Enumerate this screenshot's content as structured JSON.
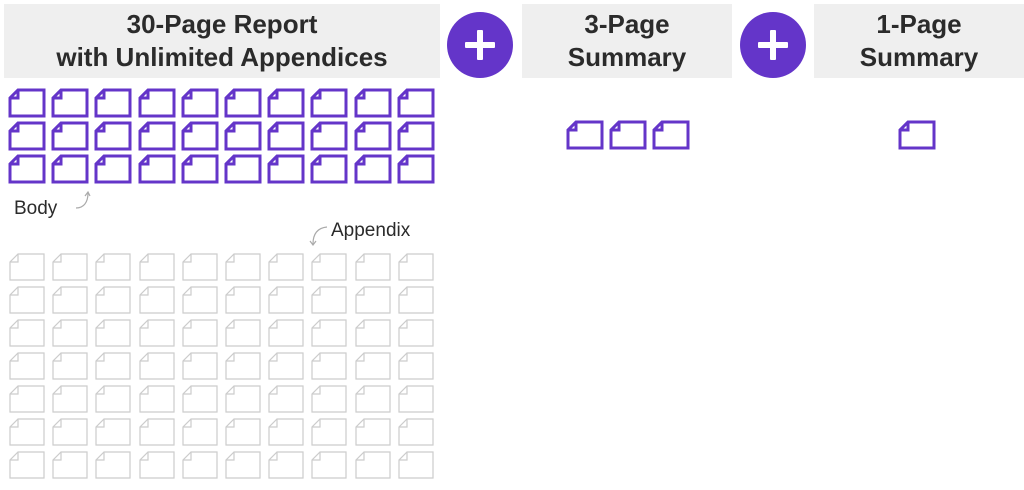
{
  "headers": {
    "report": {
      "line1": "30-Page Report",
      "line2": "with Unlimited Appendices"
    },
    "three_page": {
      "line1": "3-Page",
      "line2": "Summary"
    },
    "one_page": {
      "line1": "1-Page",
      "line2": "Summary"
    }
  },
  "operators": {
    "plus_icon": "plus-icon"
  },
  "annotations": {
    "body": "Body",
    "appendix": "Appendix"
  },
  "colors": {
    "accent": "#6435c9",
    "page_outline_body": "#6435c9",
    "page_outline_appendix": "#cccccc",
    "header_bg": "#efefef",
    "header_text": "#2b2b2b"
  },
  "counts": {
    "body_pages": 30,
    "appendix_pages": 70,
    "three_page_summary_pages": 3,
    "one_page_summary_pages": 1
  }
}
